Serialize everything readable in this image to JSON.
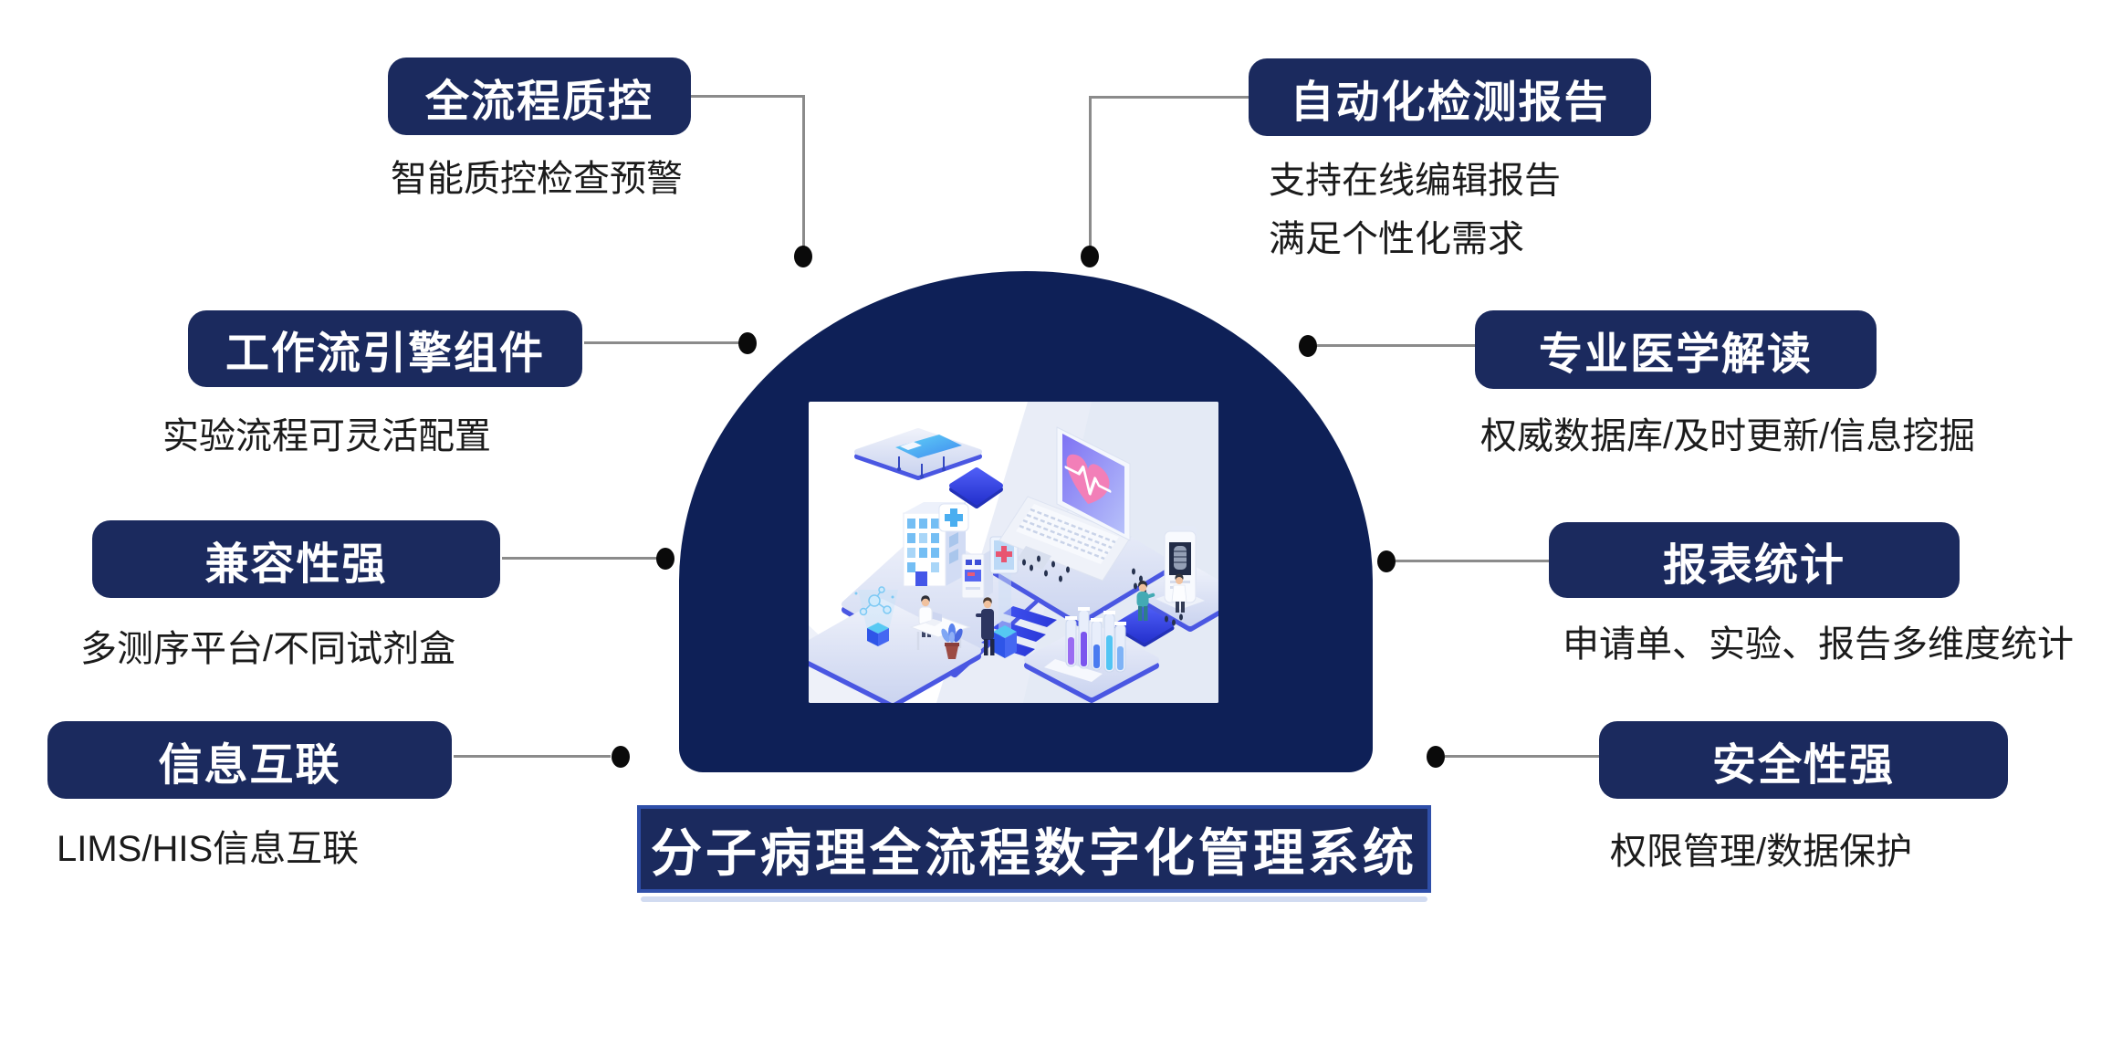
{
  "page_title": "分子病理全流程数字化管理系统",
  "banner": {
    "label": "分子病理全流程数字化管理系统"
  },
  "features": [
    {
      "id": "full-process-qc",
      "label": "全流程质控",
      "descriptions": [
        "智能质控检查预警"
      ]
    },
    {
      "id": "automated-test-report",
      "label": "自动化检测报告",
      "descriptions": [
        "支持在线编辑报告",
        "满足个性化需求"
      ]
    },
    {
      "id": "workflow-engine",
      "label": "工作流引擎组件",
      "descriptions": [
        "实验流程可灵活配置"
      ]
    },
    {
      "id": "medical-interpretation",
      "label": "专业医学解读",
      "descriptions": [
        "权威数据库/及时更新/信息挖掘"
      ]
    },
    {
      "id": "strong-compatibility",
      "label": "兼容性强",
      "descriptions": [
        "多测序平台/不同试剂盒"
      ]
    },
    {
      "id": "report-statistics",
      "label": "报表统计",
      "descriptions": [
        "申请单、实验、报告多维度统计"
      ]
    },
    {
      "id": "information-interconnect",
      "label": "信息互联",
      "descriptions": [
        "LIMS/HIS信息互联"
      ]
    },
    {
      "id": "strong-security",
      "label": "安全性强",
      "descriptions": [
        "权限管理/数据保护"
      ]
    }
  ],
  "colors": {
    "chip_navy": "#1b2a5e",
    "dome_navy": "#0e2057",
    "banner_border_blue": "#2f4fa9",
    "connector_gray": "#8b8b8b",
    "dot_black": "#0a0a0a",
    "description_text": "#1b1b1b",
    "label_text": "#ffffff"
  },
  "illustration": {
    "name": "medical-digitalization-isometric-illustration",
    "elements": [
      "hospital-building-icon",
      "laptop-heartbeat-icon",
      "hospital-bed-icon",
      "qc-monitor-cross-icon",
      "kiosk-icon",
      "test-tubes-icon",
      "xray-panel-icon",
      "doctor-figure-icon",
      "patient-figure-icon",
      "molecule-hologram-icon",
      "stairs-icon",
      "footprints-icon"
    ]
  }
}
